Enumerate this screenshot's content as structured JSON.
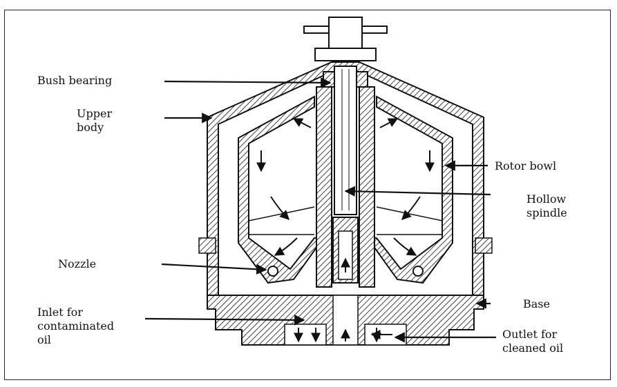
{
  "labels": {
    "bush_bearing": "Bush bearing",
    "upper_body": "Upper\nbody",
    "nozzle": "Nozzle",
    "inlet": "Inlet for\ncontaminated\noil",
    "rotor_bowl": "Rotor bowl",
    "hollow_spindle": "Hollow\nspindle",
    "base": "Base",
    "outlet": "Outlet for\ncleaned oil"
  },
  "colors": {
    "line": "#111111",
    "background": "#ffffff"
  }
}
